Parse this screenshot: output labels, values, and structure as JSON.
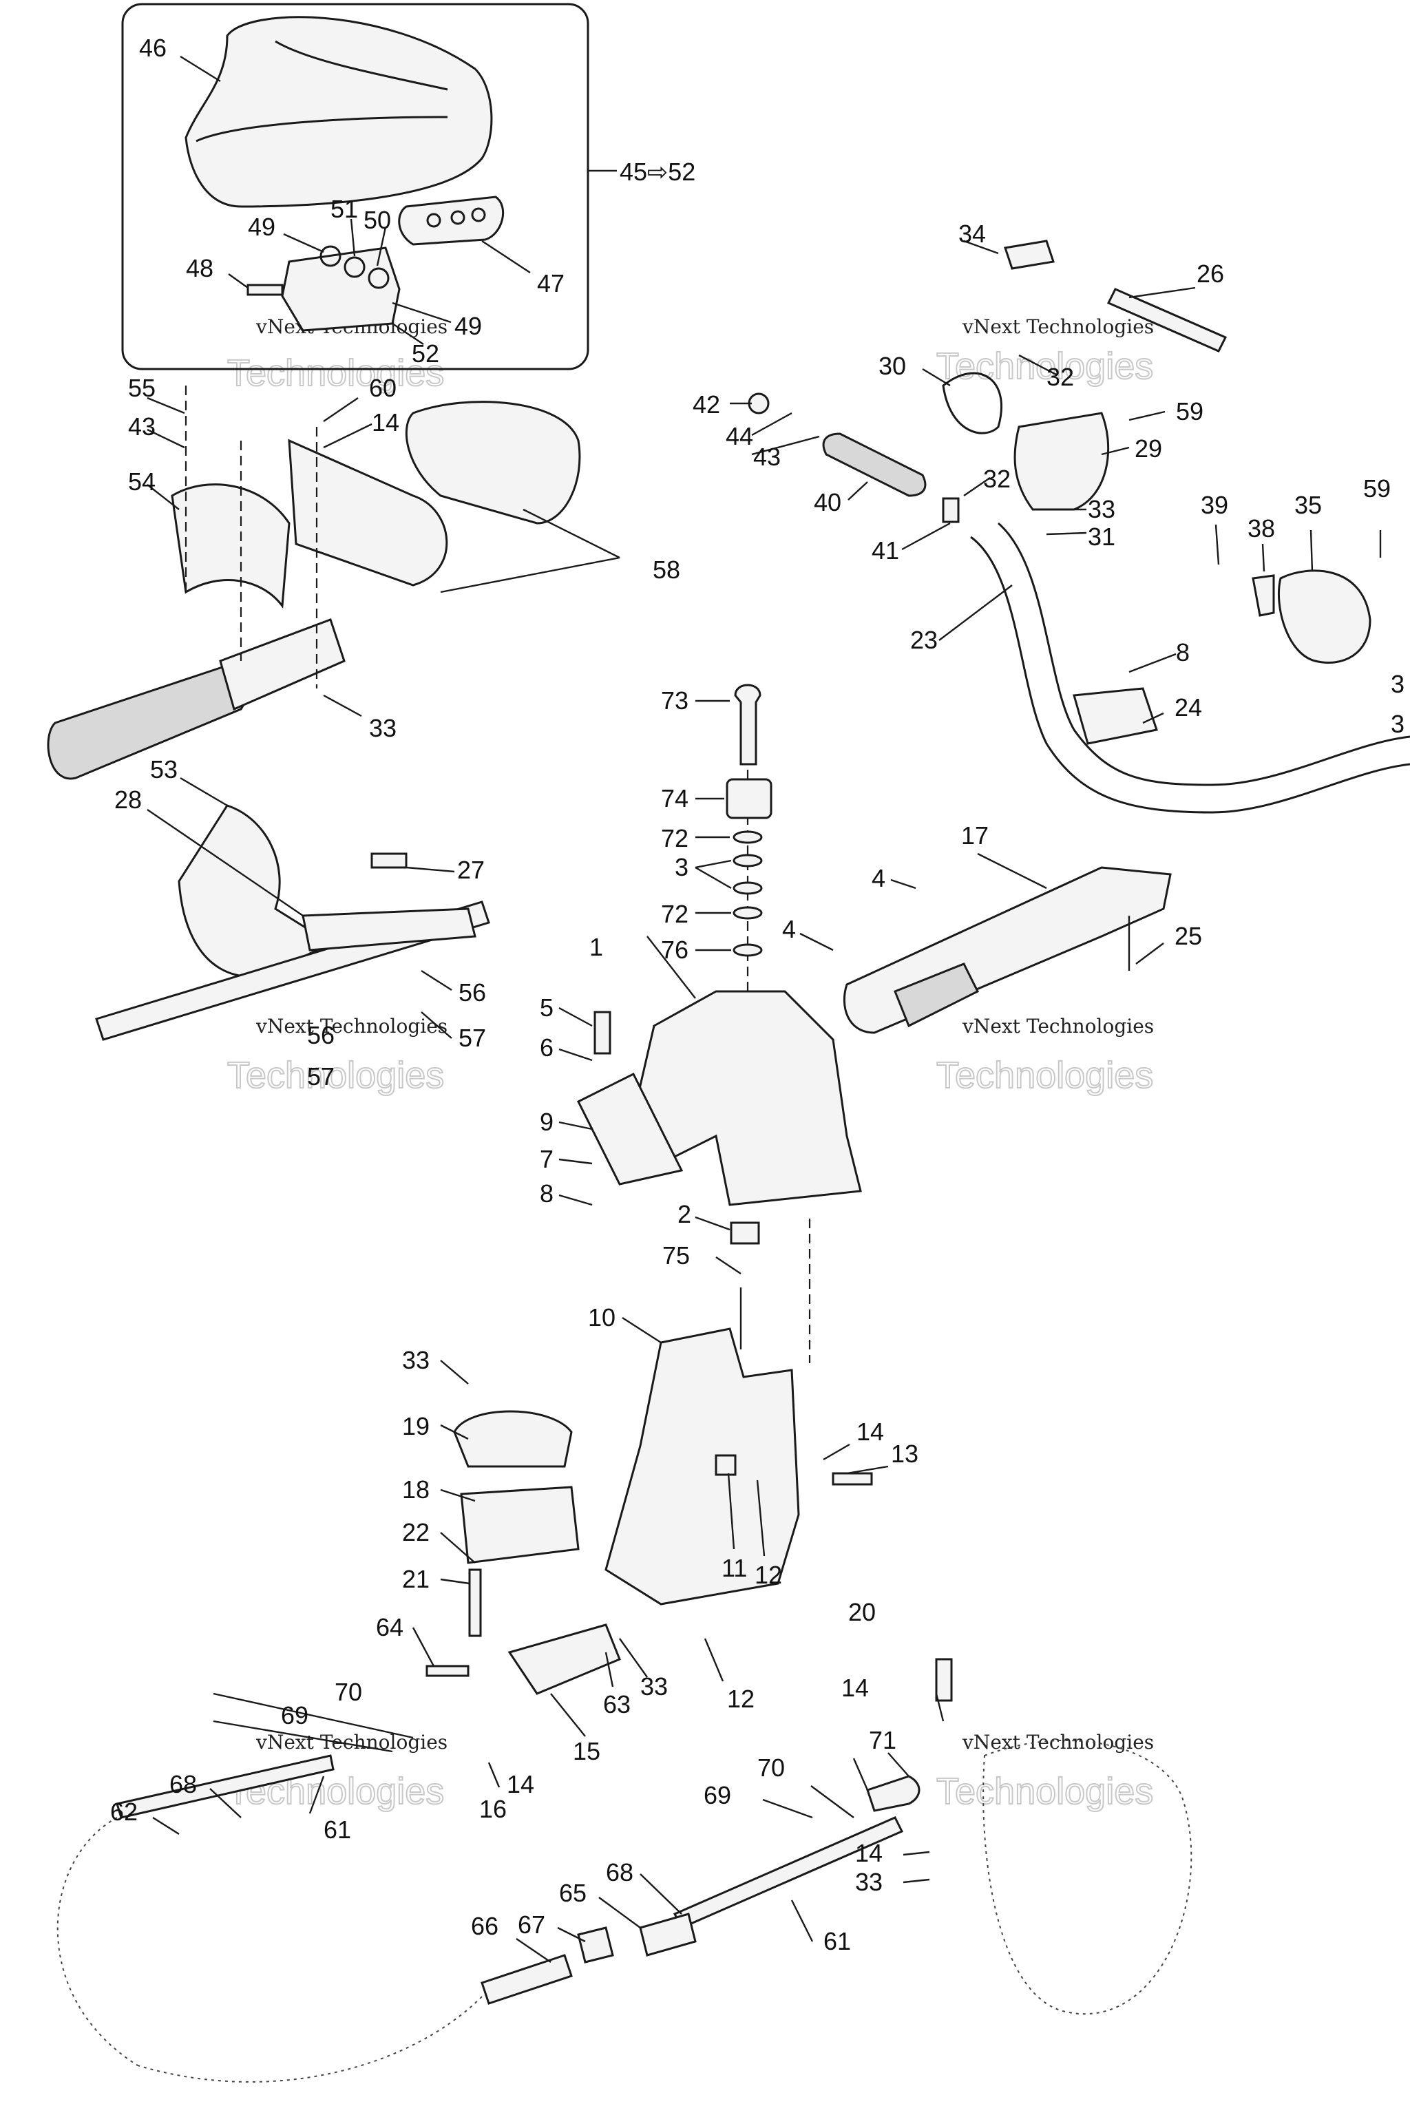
{
  "diagram": {
    "group_label": "45⇨52",
    "watermark": {
      "line1": "vNext Technologies",
      "line2": "Technologies"
    },
    "callouts": [
      {
        "id": "c46",
        "text": "46"
      },
      {
        "id": "c49a",
        "text": "49"
      },
      {
        "id": "c51",
        "text": "51"
      },
      {
        "id": "c50",
        "text": "50"
      },
      {
        "id": "c48",
        "text": "48"
      },
      {
        "id": "c47",
        "text": "47"
      },
      {
        "id": "c49b",
        "text": "49"
      },
      {
        "id": "c52",
        "text": "52"
      },
      {
        "id": "c34",
        "text": "34"
      },
      {
        "id": "c26",
        "text": "26"
      },
      {
        "id": "c30",
        "text": "30"
      },
      {
        "id": "c32a",
        "text": "32"
      },
      {
        "id": "c42",
        "text": "42"
      },
      {
        "id": "c59a",
        "text": "59"
      },
      {
        "id": "c44",
        "text": "44"
      },
      {
        "id": "c43a",
        "text": "43"
      },
      {
        "id": "c29",
        "text": "29"
      },
      {
        "id": "c32b",
        "text": "32"
      },
      {
        "id": "c40",
        "text": "40"
      },
      {
        "id": "c33a",
        "text": "33"
      },
      {
        "id": "c31",
        "text": "31"
      },
      {
        "id": "c41",
        "text": "41"
      },
      {
        "id": "c39",
        "text": "39"
      },
      {
        "id": "c38",
        "text": "38"
      },
      {
        "id": "c35",
        "text": "35"
      },
      {
        "id": "c59b",
        "text": "59"
      },
      {
        "id": "c23",
        "text": "23"
      },
      {
        "id": "c55",
        "text": "55"
      },
      {
        "id": "c60",
        "text": "60"
      },
      {
        "id": "c43b",
        "text": "43"
      },
      {
        "id": "c14a",
        "text": "14"
      },
      {
        "id": "c54",
        "text": "54"
      },
      {
        "id": "c58",
        "text": "58"
      },
      {
        "id": "c33b",
        "text": "33"
      },
      {
        "id": "c8a",
        "text": "8"
      },
      {
        "id": "c24",
        "text": "24"
      },
      {
        "id": "c73",
        "text": "73"
      },
      {
        "id": "c74",
        "text": "74"
      },
      {
        "id": "c72a",
        "text": "72"
      },
      {
        "id": "c3",
        "text": "3"
      },
      {
        "id": "c72b",
        "text": "72"
      },
      {
        "id": "c76",
        "text": "76"
      },
      {
        "id": "c17",
        "text": "17"
      },
      {
        "id": "c4a",
        "text": "4"
      },
      {
        "id": "c4b",
        "text": "4"
      },
      {
        "id": "c25",
        "text": "25"
      },
      {
        "id": "c53",
        "text": "53"
      },
      {
        "id": "c28",
        "text": "28"
      },
      {
        "id": "c27",
        "text": "27"
      },
      {
        "id": "c56a",
        "text": "56"
      },
      {
        "id": "c57a",
        "text": "57"
      },
      {
        "id": "c56b",
        "text": "56"
      },
      {
        "id": "c57b",
        "text": "57"
      },
      {
        "id": "c1",
        "text": "1"
      },
      {
        "id": "c5",
        "text": "5"
      },
      {
        "id": "c6",
        "text": "6"
      },
      {
        "id": "c9",
        "text": "9"
      },
      {
        "id": "c7",
        "text": "7"
      },
      {
        "id": "c8b",
        "text": "8"
      },
      {
        "id": "c2",
        "text": "2"
      },
      {
        "id": "c75",
        "text": "75"
      },
      {
        "id": "c10",
        "text": "10"
      },
      {
        "id": "c33c",
        "text": "33"
      },
      {
        "id": "c19",
        "text": "19"
      },
      {
        "id": "c18",
        "text": "18"
      },
      {
        "id": "c22",
        "text": "22"
      },
      {
        "id": "c21",
        "text": "21"
      },
      {
        "id": "c14b",
        "text": "14"
      },
      {
        "id": "c13",
        "text": "13"
      },
      {
        "id": "c11",
        "text": "11"
      },
      {
        "id": "c12a",
        "text": "12"
      },
      {
        "id": "c64",
        "text": "64"
      },
      {
        "id": "c33d",
        "text": "33"
      },
      {
        "id": "c63",
        "text": "63"
      },
      {
        "id": "c12b",
        "text": "12"
      },
      {
        "id": "c20",
        "text": "20"
      },
      {
        "id": "c70a",
        "text": "70"
      },
      {
        "id": "c69a",
        "text": "69"
      },
      {
        "id": "c15",
        "text": "15"
      },
      {
        "id": "c14c",
        "text": "14"
      },
      {
        "id": "c14d",
        "text": "14"
      },
      {
        "id": "c71",
        "text": "71"
      },
      {
        "id": "c70b",
        "text": "70"
      },
      {
        "id": "c68a",
        "text": "68"
      },
      {
        "id": "c62",
        "text": "62"
      },
      {
        "id": "c16",
        "text": "16"
      },
      {
        "id": "c69b",
        "text": "69"
      },
      {
        "id": "c61a",
        "text": "61"
      },
      {
        "id": "c14e",
        "text": "14"
      },
      {
        "id": "c33e",
        "text": "33"
      },
      {
        "id": "c68b",
        "text": "68"
      },
      {
        "id": "c65",
        "text": "65"
      },
      {
        "id": "c67",
        "text": "67"
      },
      {
        "id": "c66",
        "text": "66"
      },
      {
        "id": "c61b",
        "text": "61"
      },
      {
        "id": "c3r1",
        "text": "3"
      },
      {
        "id": "c3r2",
        "text": "3"
      }
    ]
  }
}
